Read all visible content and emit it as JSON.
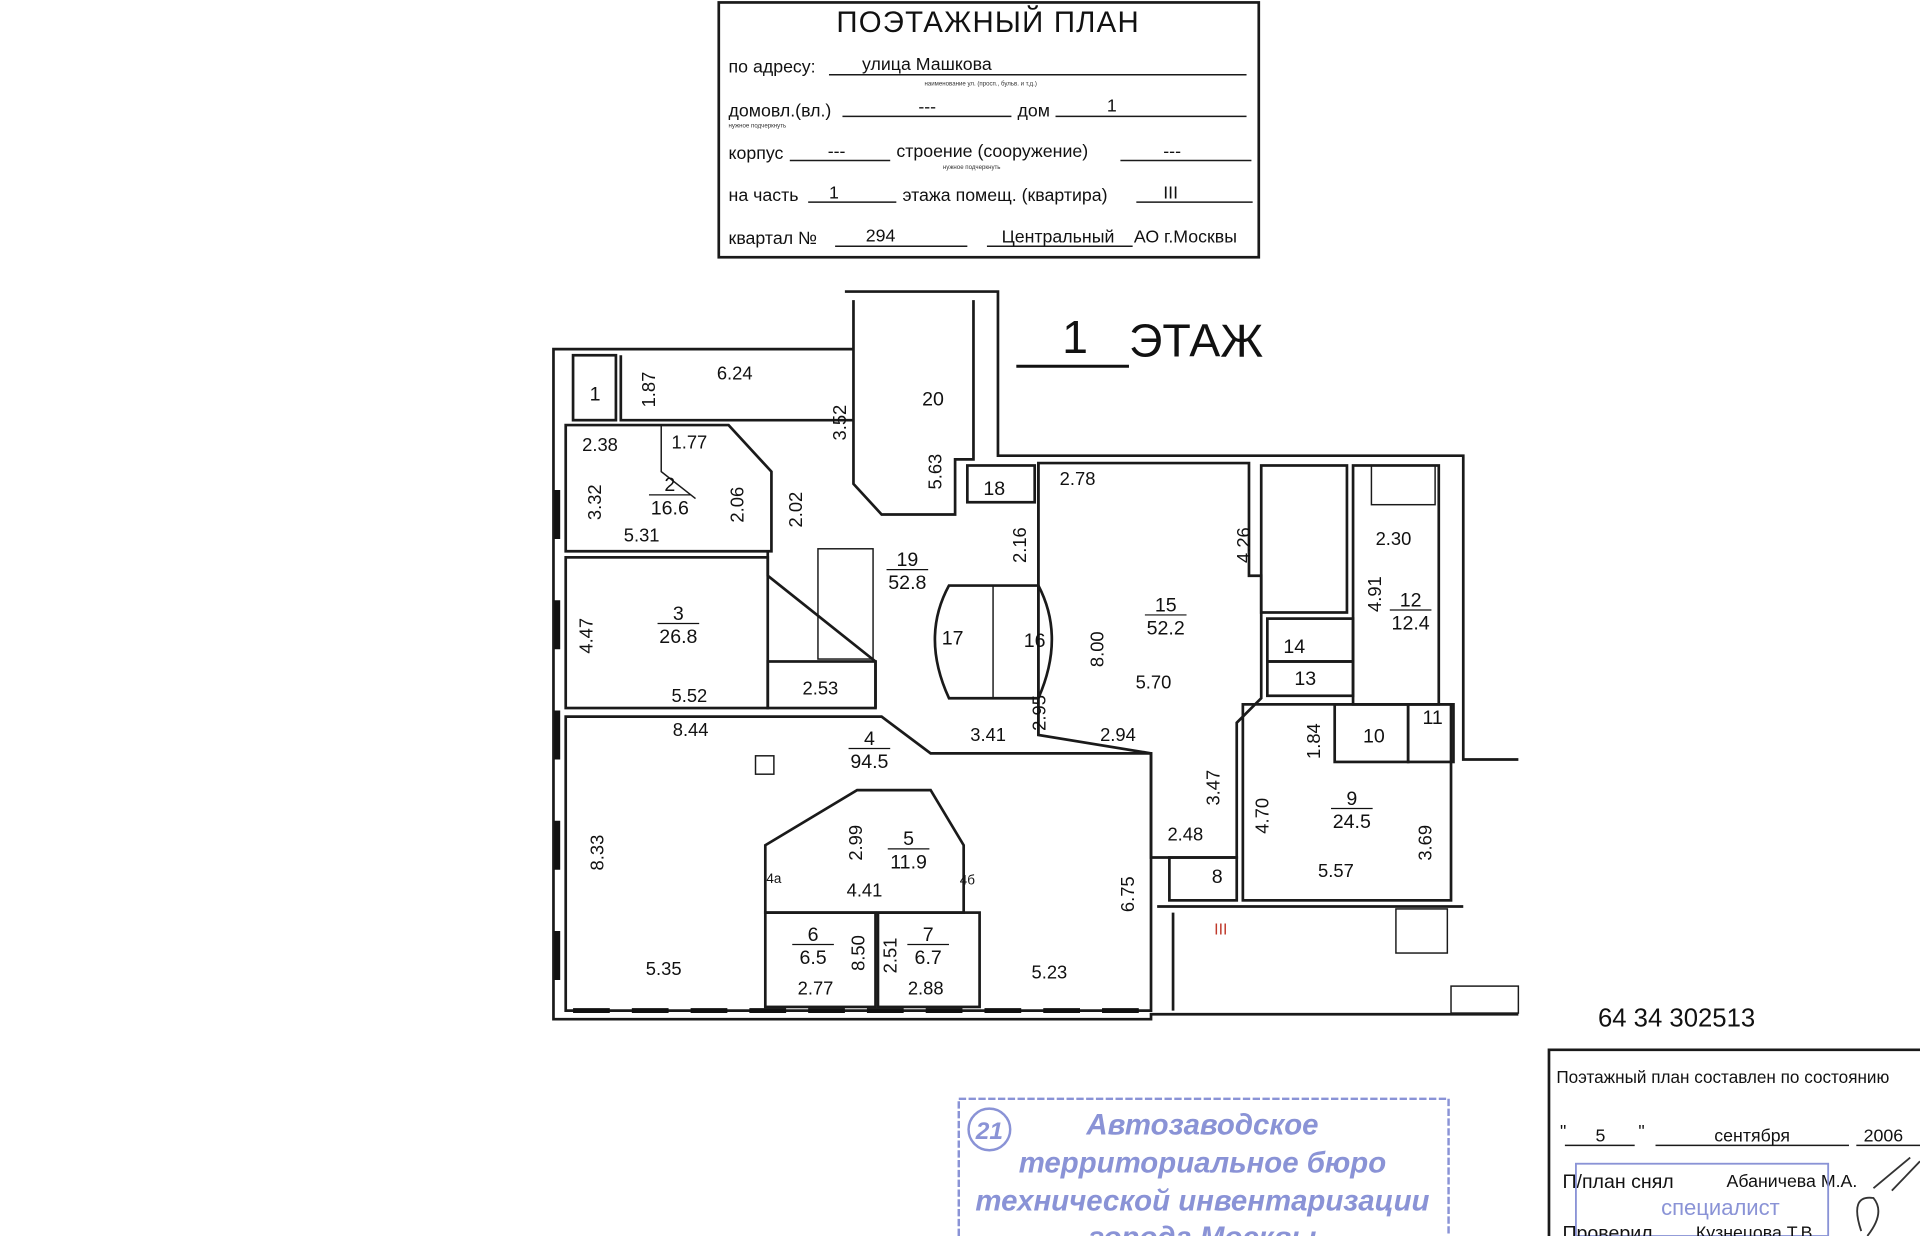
{
  "header": {
    "title": "ПОЭТАЖНЫЙ ПЛАН",
    "address_label": "по адресу:",
    "address_value": "улица Машкова",
    "address_hint": "наименование ул. (просп., бульв. и т.д.)",
    "domovl_label": "домовл.(вл.)",
    "domovl_value": "---",
    "domovl_hint": "нужное подчеркнуть",
    "dom_label": "дом",
    "dom_value": "1",
    "korpus_label": "корпус",
    "korpus_value": "---",
    "stroenie_label": "строение (сооружение)",
    "stroenie_value": "---",
    "stroenie_hint": "нужное подчеркнуть",
    "chast_label": "на часть",
    "chast_value": "1",
    "etazh_label": "этажа помещ. (квартира)",
    "kvartira_value": "III",
    "kvartal_label": "квартал №",
    "kvartal_value": "294",
    "district": "Центральный",
    "city": "АО г.Москвы"
  },
  "floor_title": {
    "number": "1",
    "label": "ЭТАЖ"
  },
  "rooms": [
    {
      "number": "2",
      "area": "16.6"
    },
    {
      "number": "3",
      "area": "26.8"
    },
    {
      "number": "19",
      "area": "52.8"
    },
    {
      "number": "15",
      "area": "52.2"
    },
    {
      "number": "12",
      "area": "12.4"
    },
    {
      "number": "9",
      "area": "24.5"
    },
    {
      "number": "4",
      "area": "94.5"
    },
    {
      "number": "5",
      "area": "11.9"
    },
    {
      "number": "6",
      "area": "6.5"
    },
    {
      "number": "7",
      "area": "6.7"
    }
  ],
  "room_numbers": [
    "1",
    "20",
    "18",
    "17",
    "16",
    "14",
    "13",
    "10",
    "11",
    "8",
    "4а",
    "4б"
  ],
  "dimensions_h": [
    "6.24",
    "2.38",
    "1.77",
    "5.31",
    "5.52",
    "2.53",
    "8.44",
    "3.41",
    "2.94",
    "2.78",
    "2.30",
    "5.70",
    "4.41",
    "2.77",
    "2.88",
    "5.35",
    "5.23",
    "2.48",
    "5.57"
  ],
  "dimensions_v": [
    "1.87",
    "3.52",
    "3.32",
    "2.06",
    "2.02",
    "5.63",
    "2.16",
    "4.47",
    "2.95",
    "8.00",
    "4.26",
    "4.91",
    "1.84",
    "3.47",
    "4.70",
    "3.69",
    "8.33",
    "2.99",
    "8.50",
    "2.51",
    "6.75"
  ],
  "apartment_mark": "III",
  "plan_number": "64 34 302513",
  "status_block": {
    "title": "Поэтажный план составлен по состоянию",
    "day": "5",
    "month": "сентября",
    "year": "2006",
    "drawn_label": "П/план снял",
    "drawn_by": "Абаничева М.А.",
    "role": "специалист",
    "checked_label": "Проверил",
    "checked_by": "Кузнецова Т.В."
  },
  "stamp": {
    "number": "21",
    "lines": [
      "Автозаводское",
      "территориальное бюро",
      "технической инвентаризации",
      "города Москвы"
    ]
  },
  "colors": {
    "ink": "#111111",
    "stamp": "#8a93d6",
    "mark": "#c0392b"
  }
}
